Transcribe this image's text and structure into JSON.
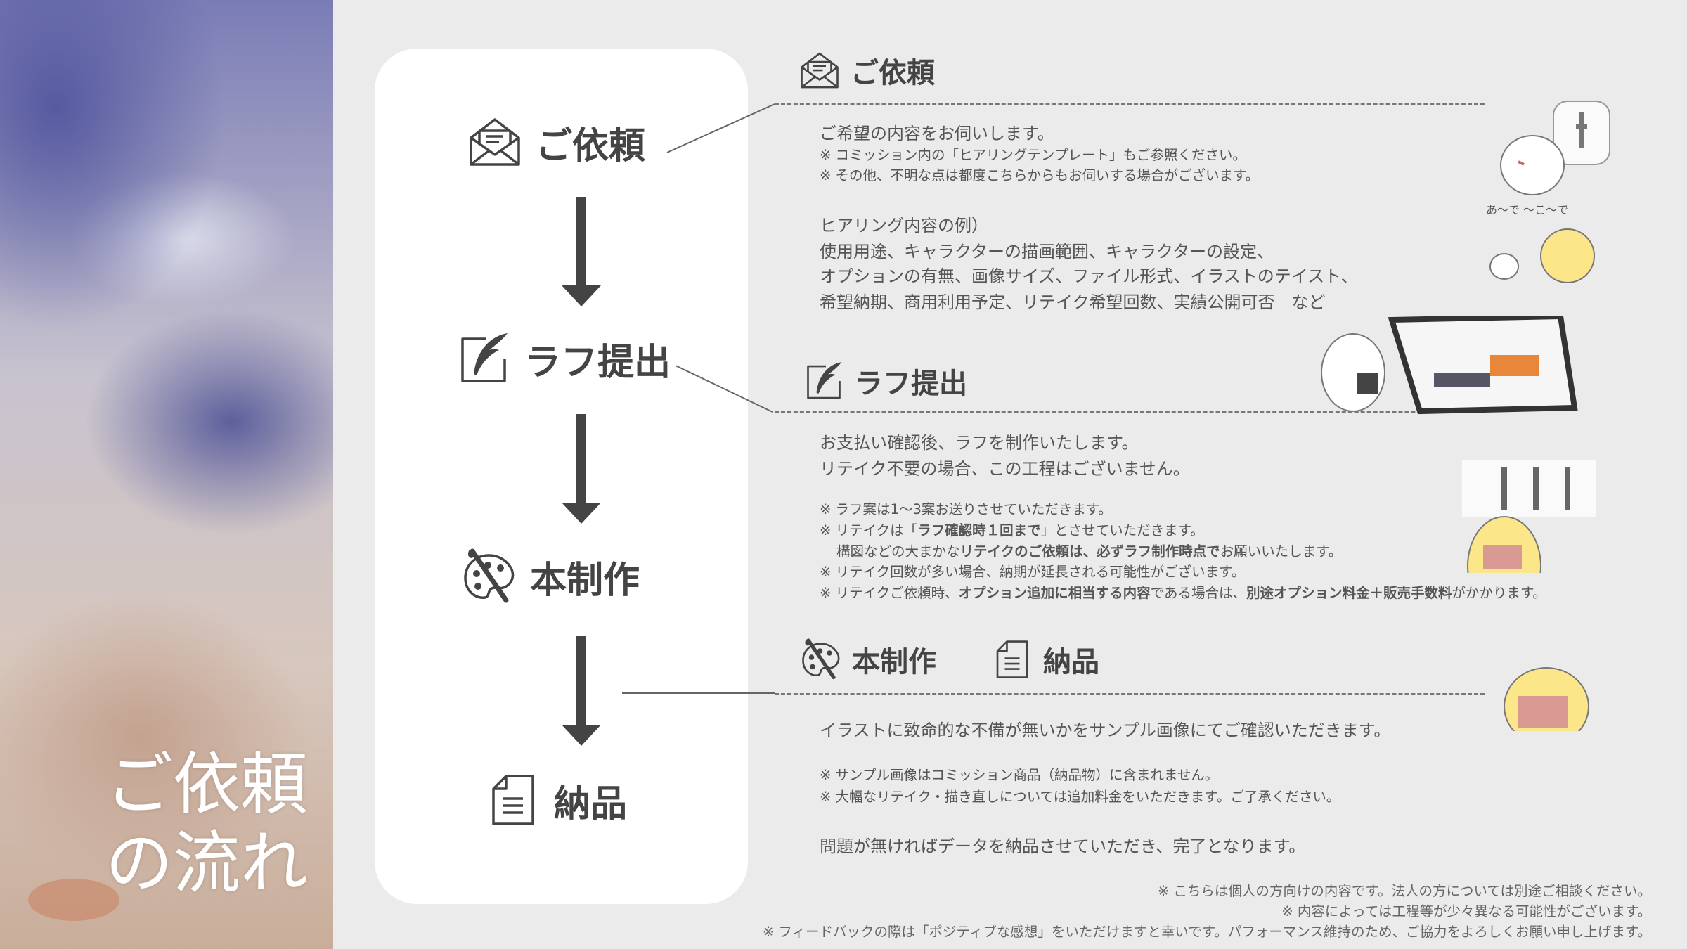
{
  "side_title": {
    "line1": "ご依頼",
    "line2": "の流れ"
  },
  "flow": [
    {
      "label": "ご依頼",
      "icon": "envelope-icon"
    },
    {
      "label": "ラフ提出",
      "icon": "feather-pen-icon"
    },
    {
      "label": "本制作",
      "icon": "palette-icon"
    },
    {
      "label": "納品",
      "icon": "document-icon"
    }
  ],
  "sections": {
    "request": {
      "heading": "ご依頼",
      "lines": [
        "ご希望の内容をお伺いします。",
        "※ コミッション内の「ヒアリングテンプレート」もご参照ください。",
        "※ その他、不明な点は都度こちらからもお伺いする場合がございます。"
      ],
      "example_title": "ヒアリング内容の例）",
      "examples": [
        "使用用途、キャラクターの描画範囲、キャラクターの設定、",
        "オプションの有無、画像サイズ、ファイル形式、イラストのテイスト、",
        "希望納期、商用利用予定、リテイク希望回数、実績公開可否　など"
      ]
    },
    "rough": {
      "heading": "ラフ提出",
      "lines": [
        "お支払い確認後、ラフを制作いたします。",
        "リテイク不要の場合、この工程はございません。"
      ],
      "notes": {
        "n1": "※ ラフ案は1～3案お送りさせていただきます。",
        "n2a": "※ リテイクは「",
        "n2b": "ラフ確認時１回まで",
        "n2c": "」とさせていただきます。",
        "n3a": "構図などの大まかな",
        "n3b": "リテイクのご依頼は、必ずラフ制作時点で",
        "n3c": "お願いいたします。",
        "n4": "※ リテイク回数が多い場合、納期が延長される可能性がございます。",
        "n5a": "※ リテイクご依頼時、",
        "n5b": "オプション追加に相当する内容",
        "n5c": "である場合は、",
        "n5d": "別途オプション料金＋販売手数料",
        "n5e": "がかかります。"
      }
    },
    "production": {
      "heading1": "本制作",
      "heading2": "納品",
      "lines": [
        "イラストに致命的な不備が無いかをサンプル画像にてご確認いただきます。",
        "※ サンプル画像はコミッション商品（納品物）に含まれません。",
        "※ 大幅なリテイク・描き直しについては追加料金をいただきます。ご了承ください。",
        "問題が無ければデータを納品させていただき、完了となります。"
      ]
    }
  },
  "footer": [
    "※ こちらは個人の方向けの内容です。法人の方については別途ご相談ください。",
    "※ 内容によっては工程等が少々異なる可能性がございます。",
    "※ フィードバックの際は「ポジティブな感想」をいただけますと幸いです。パフォーマンス維持のため、ご協力をよろしくお願い申し上げます。"
  ],
  "illustration_text": "あ～で ～こ～で",
  "colors": {
    "background": "#ebebeb",
    "card": "#ffffff",
    "text": "#555555",
    "heading": "#444444"
  }
}
